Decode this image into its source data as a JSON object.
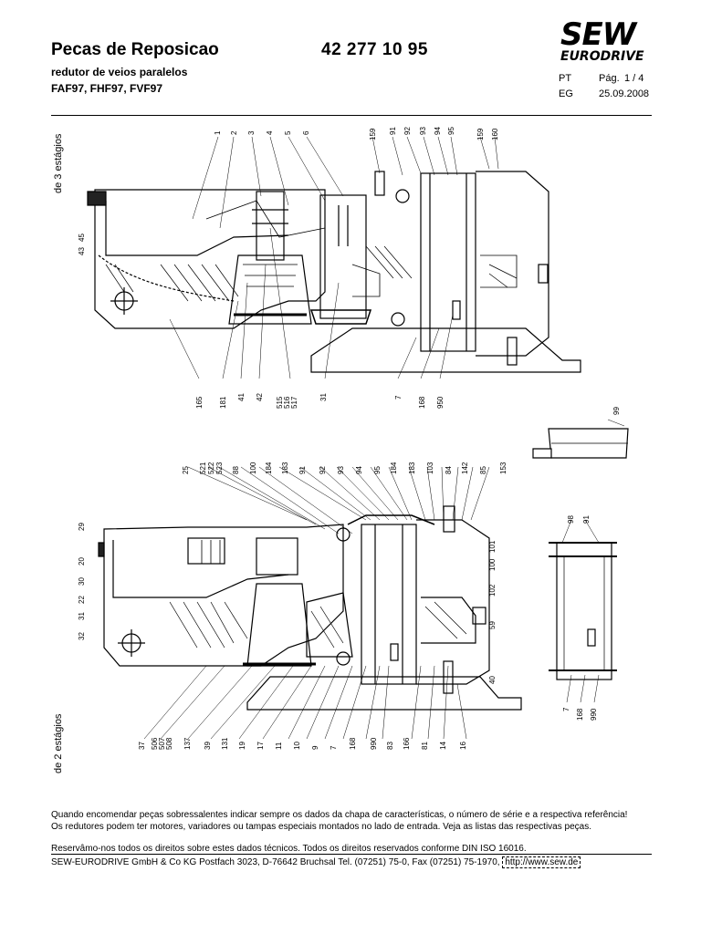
{
  "header": {
    "title": "Pecas de Reposicao",
    "part_number": "42 277 10 95",
    "subtitle_1": "redutor de veios paralelos",
    "subtitle_2": "FAF97, FHF97, FVF97",
    "lang_code": "PT",
    "page_label": "Pág.",
    "page_value": "1 / 4",
    "edition_code": "EG",
    "date": "25.09.2008",
    "logo_top": "SEW",
    "logo_bottom": "EURODRIVE"
  },
  "drawing": {
    "section_top_label": "de 3 estágios",
    "section_bottom_label": "de 2 estágios",
    "top_callouts_upper": [
      "1",
      "2",
      "3",
      "4",
      "5",
      "6",
      "159",
      "91",
      "92",
      "93",
      "94",
      "95",
      "159",
      "160"
    ],
    "top_callouts_left": [
      "43",
      "45"
    ],
    "top_callouts_lower": [
      "165",
      "181",
      "41",
      "42",
      "515",
      "516",
      "517",
      "31",
      "7",
      "168",
      "950"
    ],
    "cap_callout": "99",
    "bottom_callouts_upper": [
      "25",
      "521",
      "522",
      "523",
      "88",
      "100",
      "184",
      "183",
      "91",
      "92",
      "93",
      "94",
      "95",
      "184",
      "183",
      "103",
      "84",
      "142",
      "85",
      "153"
    ],
    "bottom_callouts_left": [
      "29",
      "20",
      "30",
      "22",
      "31",
      "32"
    ],
    "bottom_callouts_right": [
      "101",
      "100",
      "102",
      "59",
      "40"
    ],
    "shaft_callouts_upper": [
      "98",
      "91"
    ],
    "shaft_callouts_lower": [
      "7",
      "168",
      "990"
    ],
    "bottom_callouts_lower": [
      "37",
      "506",
      "507",
      "508",
      "137",
      "39",
      "131",
      "19",
      "17",
      "11",
      "10",
      "9",
      "7",
      "168",
      "990",
      "83",
      "166",
      "81",
      "14",
      "16"
    ]
  },
  "footer": {
    "note_1": "Quando encomendar peças sobressalentes indicar sempre os dados da chapa de características, o número de série e a respectiva referência!",
    "note_2": "Os redutores podem ter motores, variadores ou tampas especiais montados no lado de entrada. Veja as listas das respectivas peças.",
    "note_3": "Reservâmo-nos todos os direitos sobre estes dados técnicos. Todos os direitos reservados conforme DIN ISO 16016.",
    "company": "SEW-EURODRIVE GmbH & Co KG Postfach 3023, D-76642 Bruchsal Tel. (07251) 75-0, Fax (07251) 75-1970,",
    "url": "http://www.sew.de"
  }
}
